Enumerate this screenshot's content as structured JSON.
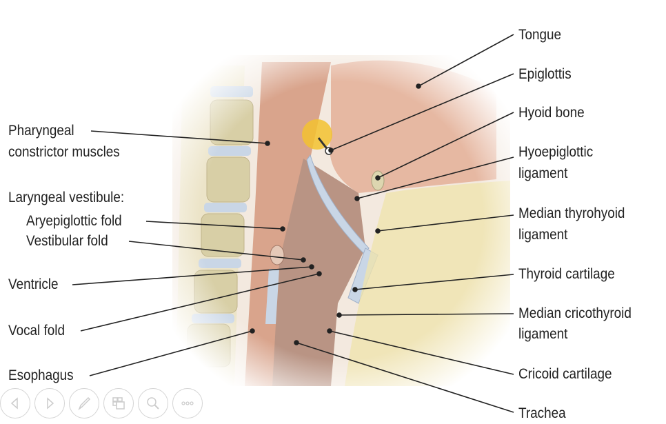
{
  "labels_right": {
    "tongue": "Tongue",
    "epiglottis": "Epiglottis",
    "hyoid_bone": "Hyoid bone",
    "hyoepiglottic_1": "Hyoepiglottic",
    "hyoepiglottic_2": "ligament",
    "thyrohyoid_1": "Median thyrohyoid",
    "thyrohyoid_2": "ligament",
    "thyroid_cartilage": "Thyroid cartilage",
    "cricothyroid_1": "Median cricothyroid",
    "cricothyroid_2": "ligament",
    "cricoid_cartilage": "Cricoid cartilage",
    "trachea": "Trachea"
  },
  "labels_left": {
    "pharyngeal_1": "Pharyngeal",
    "pharyngeal_2": "constrictor muscles",
    "laryngeal_vestibule": "Laryngeal vestibule:",
    "aryepiglottic_fold": "Aryepiglottic fold",
    "vestibular_fold": "Vestibular fold",
    "ventricle": "Ventricle",
    "vocal_fold": "Vocal fold",
    "esophagus": "Esophagus"
  },
  "toolbar": [
    "previous-icon",
    "next-icon",
    "pen-icon",
    "slides-icon",
    "zoom-icon",
    "more-icon"
  ],
  "colors": {
    "muscle": "#d9a48c",
    "cartilage": "#c9d6e6",
    "bone": "#e9e2c4",
    "highlight": "#f2c230"
  }
}
